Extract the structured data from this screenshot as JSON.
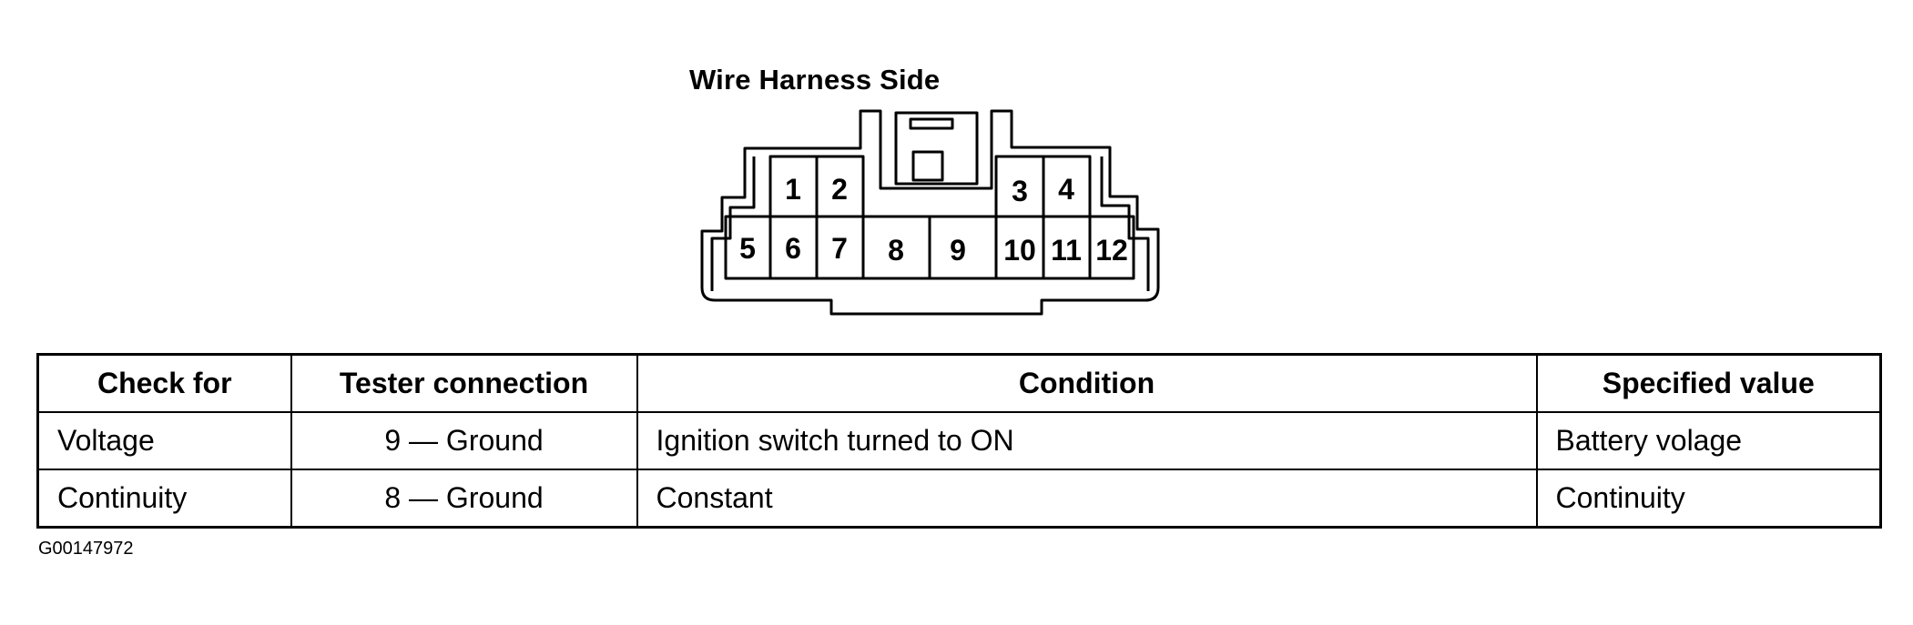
{
  "connector": {
    "title": "Wire Harness Side",
    "pins": [
      "1",
      "2",
      "3",
      "4",
      "5",
      "6",
      "7",
      "8",
      "9",
      "10",
      "11",
      "12"
    ]
  },
  "table": {
    "headers": [
      "Check for",
      "Tester connection",
      "Condition",
      "Specified value"
    ],
    "rows": [
      [
        "Voltage",
        "9 — Ground",
        "Ignition switch turned to ON",
        "Battery volage"
      ],
      [
        "Continuity",
        "8 — Ground",
        "Constant",
        "Continuity"
      ]
    ]
  },
  "figure_id": "G00147972"
}
